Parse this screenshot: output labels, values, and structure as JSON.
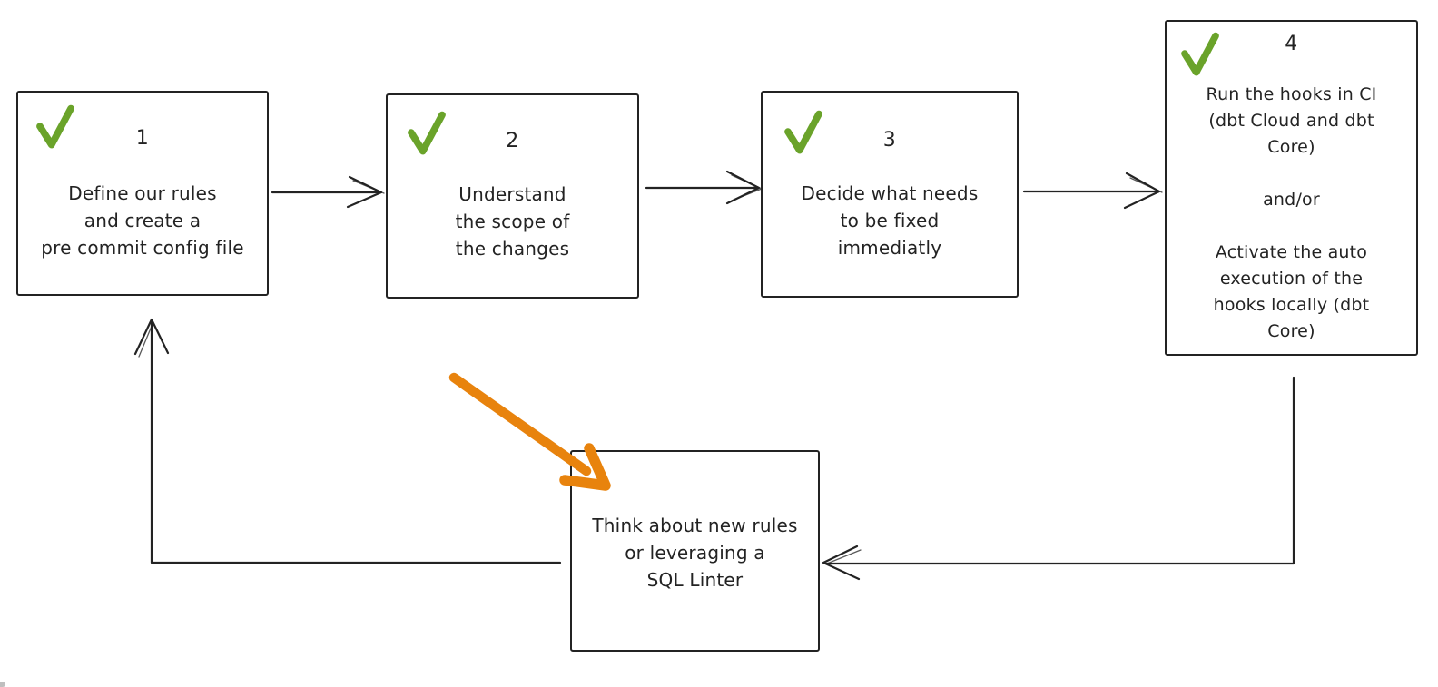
{
  "diagram": {
    "title": "pre-commit hooks workflow flowchart",
    "background": "#ffffff"
  },
  "colors": {
    "ink": "#232323",
    "check_green": "#6aa32a",
    "arrow_orange": "#e8830d"
  },
  "steps": [
    {
      "number": "1",
      "checked": true,
      "text": "Define our rules\nand create a\npre commit config file"
    },
    {
      "number": "2",
      "checked": true,
      "text": "Understand\nthe scope of\nthe changes"
    },
    {
      "number": "3",
      "checked": true,
      "text": "Decide what needs\nto be fixed\nimmediatly"
    },
    {
      "number": "4",
      "checked": true,
      "text": "Run the hooks in CI\n(dbt Cloud and dbt\nCore)\n\nand/or\n\nActivate the auto\nexecution of the\nhooks locally (dbt\nCore)"
    }
  ],
  "loop_box": {
    "text": "Think about new rules\nor leveraging a\nSQL Linter"
  },
  "icons": {
    "check": "green hand-drawn check mark",
    "highlight_arrow": "thick orange hand-drawn arrow pointing to loop box"
  },
  "connections": [
    "step-1 to step-2",
    "step-2 to step-3",
    "step-3 to step-4",
    "step-4 down-left to loop-box",
    "loop-box left-up back to step-1"
  ]
}
